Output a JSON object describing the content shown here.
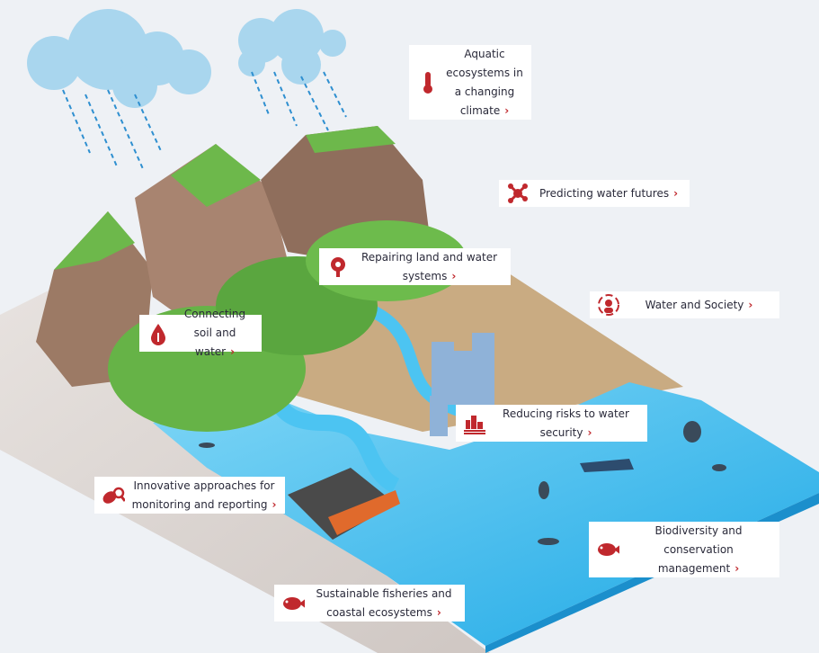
{
  "colors": {
    "accent": "#c0282d",
    "background": "#eef1f5",
    "water": "#3dbdf0"
  },
  "cards": [
    {
      "label": "Aquatic ecosystems in a changing climate",
      "icon": "thermometer-icon"
    },
    {
      "label": "Predicting water futures",
      "icon": "network-nodes-icon"
    },
    {
      "label": "Repairing land and water systems",
      "icon": "tree-wrench-icon"
    },
    {
      "label": "Water and Society",
      "icon": "people-circle-icon"
    },
    {
      "label": "Connecting soil and water",
      "icon": "water-drop-tree-icon"
    },
    {
      "label": "Reducing risks to water security",
      "icon": "city-flood-icon"
    },
    {
      "label": "Innovative approaches for monitoring and reporting",
      "icon": "leaf-magnifier-icon"
    },
    {
      "label": "Biodiversity and conservation management",
      "icon": "fish-icon"
    },
    {
      "label": "Sustainable fisheries and coastal ecosystems",
      "icon": "fish-icon"
    }
  ],
  "chevron": "›"
}
